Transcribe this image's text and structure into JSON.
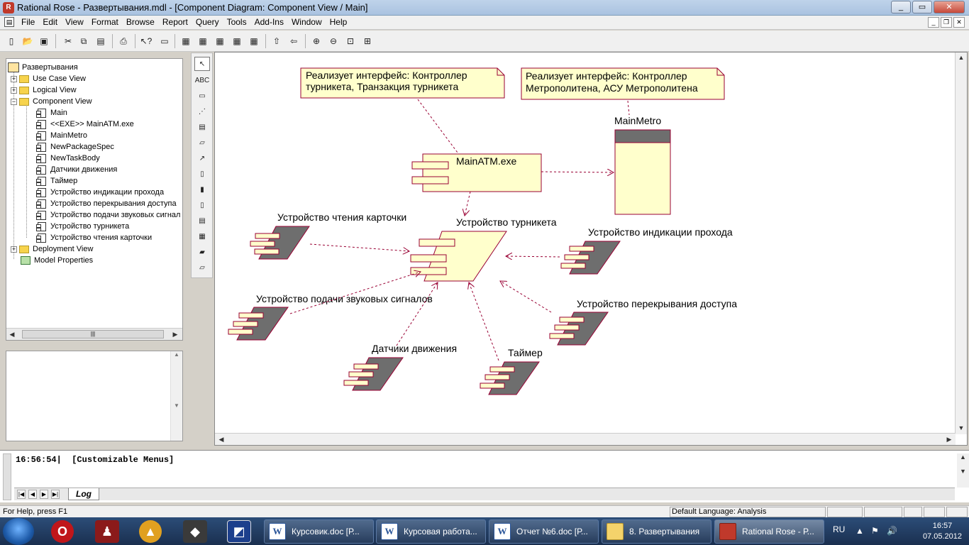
{
  "window": {
    "title": "Rational Rose - Развертывания.mdl - [Component Diagram: Component View / Main]",
    "app_icon": "rose-icon",
    "controls": [
      "minimize",
      "maximize",
      "close"
    ]
  },
  "menu": {
    "items": [
      "File",
      "Edit",
      "View",
      "Format",
      "Browse",
      "Report",
      "Query",
      "Tools",
      "Add-Ins",
      "Window",
      "Help"
    ]
  },
  "toolbar": {
    "icons": [
      "new-icon",
      "open-icon",
      "save-icon",
      "cut-icon",
      "copy-icon",
      "paste-icon",
      "print-icon",
      "context-help-icon",
      "view-doc-icon",
      "browse-class-icon",
      "browse-interaction-icon",
      "browse-component-icon",
      "browse-deployment-icon",
      "browse-parent-icon",
      "browse-previous-icon",
      "zoom-in-icon",
      "zoom-out-icon",
      "fit-window-icon",
      "undo-fit-icon"
    ]
  },
  "browser": {
    "root": "Развертывания",
    "folders": [
      {
        "label": "Use Case View",
        "expanded": false
      },
      {
        "label": "Logical View",
        "expanded": false
      },
      {
        "label": "Component View",
        "expanded": true
      },
      {
        "label": "Deployment View",
        "expanded": false
      }
    ],
    "component_items": [
      "Main",
      "<<EXE>> MainATM.exe",
      "MainMetro",
      "NewPackageSpec",
      "NewTaskBody",
      "Датчики движения",
      "Таймер",
      "Устройство индикации прохода",
      "Устройство перекрывания доступа",
      "Устройство подачи звуковых сигнал",
      "Устройство турникета",
      "Устройство чтения карточки"
    ],
    "model_properties": "Model Properties"
  },
  "diagram": {
    "notes": [
      {
        "lines": [
          "Реализует интерфейс: Контроллер",
          "турникета, Транзакция турникета"
        ]
      },
      {
        "lines": [
          "Реализует интерфейс: Контроллер",
          "Метрополитена, АСУ Метрополитена"
        ]
      }
    ],
    "main_exe": "MainATM.exe",
    "main_metro": "MainMetro",
    "hub": "Устройство турникета",
    "devices": [
      "Устройство чтения карточки",
      "Устройство индикации прохода",
      "Устройство подачи звуковых сигналов",
      "Устройство перекрывания доступа",
      "Датчики движения",
      "Таймер"
    ],
    "colors": {
      "component_fill": "#ffffcc",
      "component_stroke": "#990033",
      "device_fill": "#6e6e6e",
      "note_fill": "#ffffcc"
    }
  },
  "log": {
    "time": "16:56:54|",
    "message": "[Customizable Menus]",
    "tab": "Log"
  },
  "status": {
    "help": "For Help, press F1",
    "language": "Default Language: Analysis"
  },
  "taskbar": {
    "tasks": [
      {
        "label": "Курсовик.doc [Р...",
        "icon": "word-icon"
      },
      {
        "label": "Курсовая работа...",
        "icon": "word-icon"
      },
      {
        "label": "Отчет №6.doc [Р...",
        "icon": "word-icon"
      },
      {
        "label": "8. Развертывания",
        "icon": "folder-icon"
      },
      {
        "label": "Rational Rose - Р...",
        "icon": "rose-icon"
      }
    ],
    "lang": "RU",
    "time": "16:57",
    "date": "07.05.2012"
  }
}
